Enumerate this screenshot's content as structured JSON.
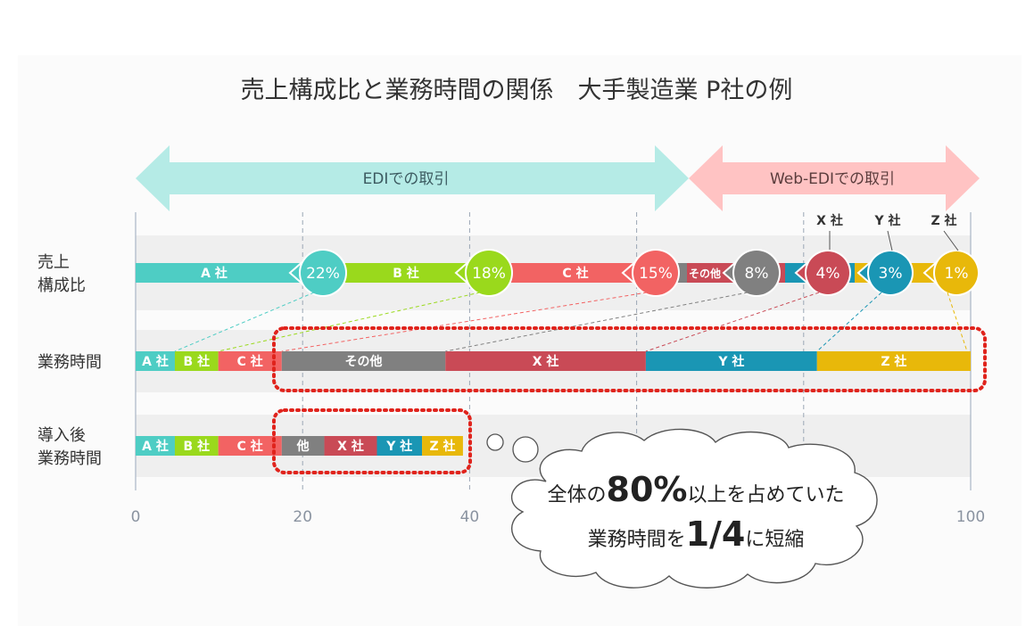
{
  "chart_data": {
    "type": "bar",
    "title": "売上構成比と業務時間の関係　大手製造業 P社の例",
    "arrows": {
      "edi": "EDIでの取引",
      "web_edi": "Web-EDIでの取引"
    },
    "rows": [
      {
        "label": "売上\n構成比"
      },
      {
        "label": "業務時間"
      },
      {
        "label": "導入後\n業務時間"
      }
    ],
    "xlim": [
      0,
      100
    ],
    "x_ticks": [
      "0",
      "20",
      "40",
      "100"
    ],
    "grid_dashed_at": [
      20,
      40,
      60,
      80
    ],
    "sales": [
      {
        "name": "A 社",
        "value": 22,
        "pct": "22%",
        "color": "#4ecdc4",
        "bubble": true
      },
      {
        "name": "B 社",
        "value": 18,
        "pct": "18%",
        "color": "#9ad91c",
        "bubble": true
      },
      {
        "name": "C 社",
        "value": 15,
        "pct": "15%",
        "color": "#f26363",
        "bubble": true
      },
      {
        "name": "その他",
        "value": 8,
        "pct": "8%",
        "color": "#808080",
        "bubble": true
      },
      {
        "name": "X 社",
        "value": 4,
        "pct": "4%",
        "color": "#c94a56",
        "bubble": true
      },
      {
        "name": "Y 社",
        "value": 3,
        "pct": "3%",
        "color": "#1a96b4",
        "bubble": true
      },
      {
        "name": "Z 社",
        "value": 1,
        "pct": "1%",
        "color": "#e8b80a",
        "bubble": true
      }
    ],
    "workload": [
      {
        "name": "A 社",
        "start": 0,
        "end": 4.7,
        "color": "#4ecdc4"
      },
      {
        "name": "B 社",
        "start": 4.7,
        "end": 9.9,
        "color": "#9ad91c"
      },
      {
        "name": "C 社",
        "start": 9.9,
        "end": 17.5,
        "color": "#f26363"
      },
      {
        "name": "その他",
        "start": 17.5,
        "end": 37.1,
        "color": "#808080"
      },
      {
        "name": "X 社",
        "start": 37.1,
        "end": 61.1,
        "color": "#c94a56"
      },
      {
        "name": "Y 社",
        "start": 61.1,
        "end": 81.6,
        "color": "#1a96b4"
      },
      {
        "name": "Z 社",
        "start": 81.6,
        "end": 100,
        "color": "#e8b80a"
      }
    ],
    "after": [
      {
        "name": "A 社",
        "start": 0,
        "end": 4.7,
        "color": "#4ecdc4"
      },
      {
        "name": "B 社",
        "start": 4.7,
        "end": 9.9,
        "color": "#9ad91c"
      },
      {
        "name": "C 社",
        "start": 9.9,
        "end": 17.5,
        "color": "#f26363"
      },
      {
        "name": "他",
        "start": 17.5,
        "end": 22.6,
        "color": "#808080"
      },
      {
        "name": "X 社",
        "start": 22.6,
        "end": 28.9,
        "color": "#c94a56"
      },
      {
        "name": "Y 社",
        "start": 28.9,
        "end": 34.3,
        "color": "#1a96b4"
      },
      {
        "name": "Z 社",
        "start": 34.3,
        "end": 39.2,
        "color": "#e8b80a"
      }
    ],
    "callout": {
      "line1_pre": "全体の",
      "line1_big": "80%",
      "line1_post": "以上を占めていた",
      "line2_pre": "業務時間を",
      "line2_big": "1/4",
      "line2_post": "に短縮"
    },
    "colors": {
      "edi_arrow": "#b5ebe6",
      "web_edi_arrow": "#ffc3c3",
      "highlight": "#e0231c",
      "band": "#efefef",
      "axis_text": "#8a93a0"
    }
  }
}
